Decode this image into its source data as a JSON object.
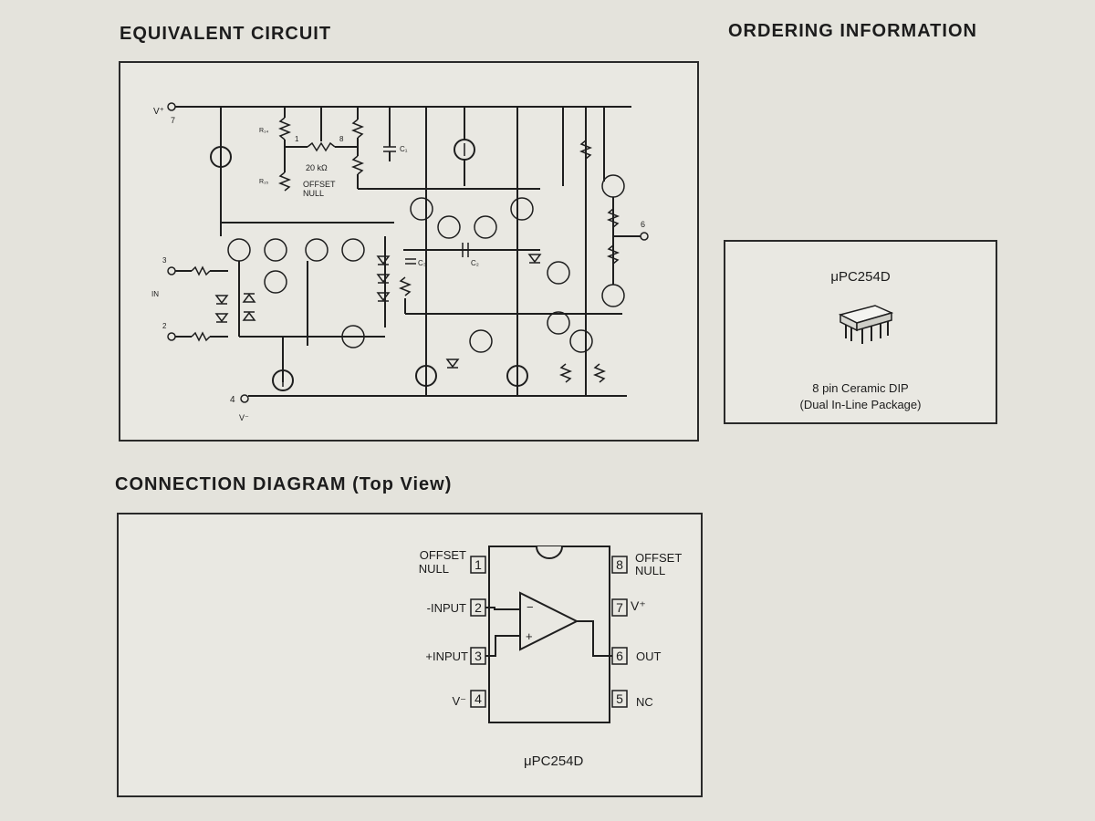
{
  "headings": {
    "equivalent_circuit": "EQUIVALENT CIRCUIT",
    "ordering_information": "ORDERING INFORMATION",
    "connection_diagram": "CONNECTION DIAGRAM (Top View)"
  },
  "circuit": {
    "vplus_label": "V⁺",
    "vplus_pin": "7",
    "vminus_pin": "4",
    "vminus_label": "V⁻",
    "pot_label": "20 kΩ",
    "pot_pin_left": "1",
    "pot_pin_right": "8",
    "offset_null_line1": "OFFSET",
    "offset_null_line2": "NULL",
    "input_plus_pin": "3",
    "input_minus_pin": "2",
    "in_label": "IN",
    "output_pin": "6",
    "cap_c1": "C₁",
    "cap_c2": "C₂",
    "cap_c3": "C₃"
  },
  "ordering": {
    "part_number": "μPC254D",
    "package_line1": "8 pin Ceramic DIP",
    "package_line2": "(Dual In-Line Package)"
  },
  "connection": {
    "part_number": "μPC254D",
    "pins": [
      {
        "number": "1",
        "label_line1": "OFFSET",
        "label_line2": "NULL"
      },
      {
        "number": "2",
        "label_line1": "-INPUT"
      },
      {
        "number": "3",
        "label_line1": "+INPUT"
      },
      {
        "number": "4",
        "label_line1": "V⁻"
      },
      {
        "number": "8",
        "label_line1": "OFFSET",
        "label_line2": "NULL"
      },
      {
        "number": "7",
        "label_line1": "V⁺"
      },
      {
        "number": "6",
        "label_line1": "OUT"
      },
      {
        "number": "5",
        "label_line1": "NC"
      }
    ],
    "amp_minus": "−",
    "amp_plus": "+"
  }
}
